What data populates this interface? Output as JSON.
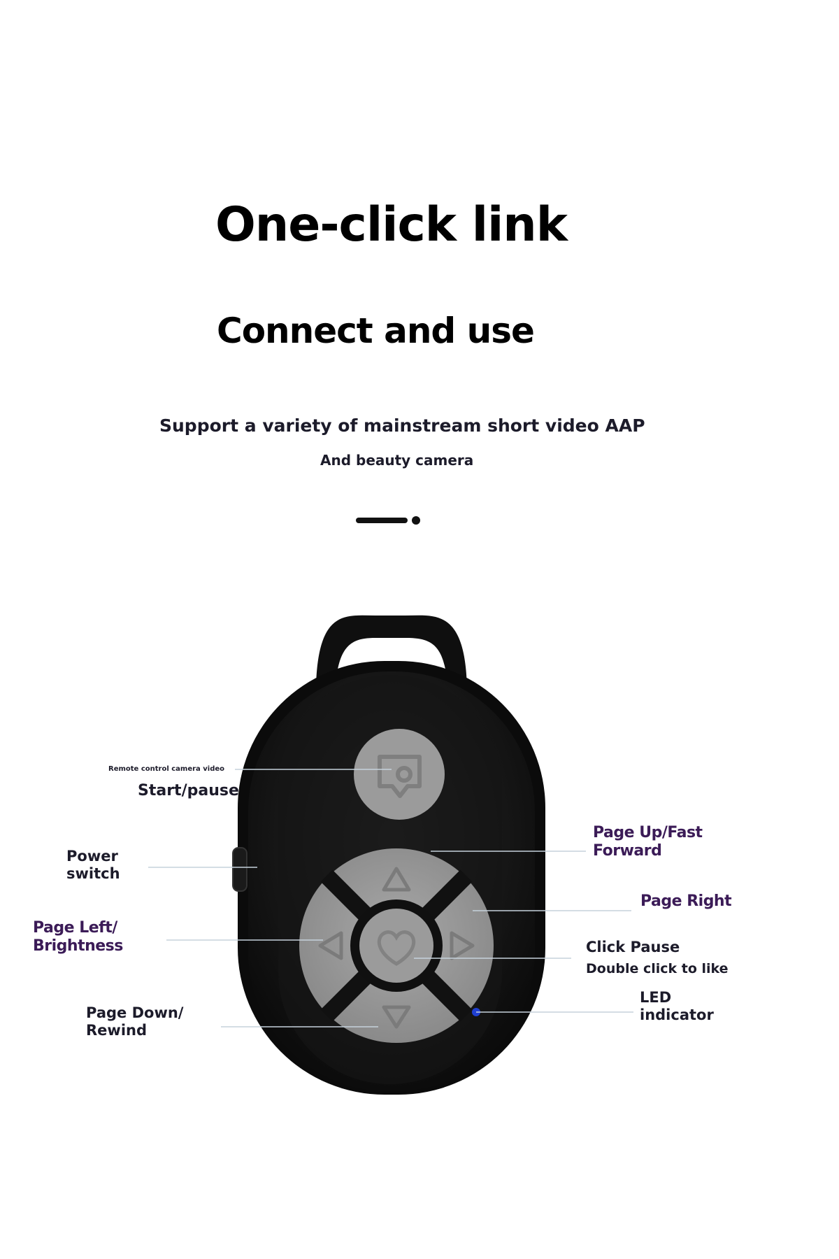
{
  "headline": {
    "line1": "One-click link",
    "line2": "Connect and use"
  },
  "subheadline": {
    "line1": "Support a variety of mainstream short video AAP",
    "line2": "And beauty camera"
  },
  "callouts": {
    "remote_control": "Remote control camera video",
    "start_pause": "Start/pause",
    "power_switch": "Power switch",
    "page_left": "Page Left/ Brightness",
    "page_down": "Page Down/ Rewind",
    "page_up": "Page Up/Fast Forward",
    "page_right": "Page Right",
    "click_pause": "Click Pause",
    "double_click": "Double click to like",
    "led_indicator": "LED indicator"
  },
  "colors": {
    "text_dark": "#1c1b2a",
    "text_purple": "#3b1b57",
    "device_body": "#121212",
    "button_gray": "#9a9a9a",
    "led": "#1f3fd1",
    "leader_line": "#c6d2dc"
  }
}
